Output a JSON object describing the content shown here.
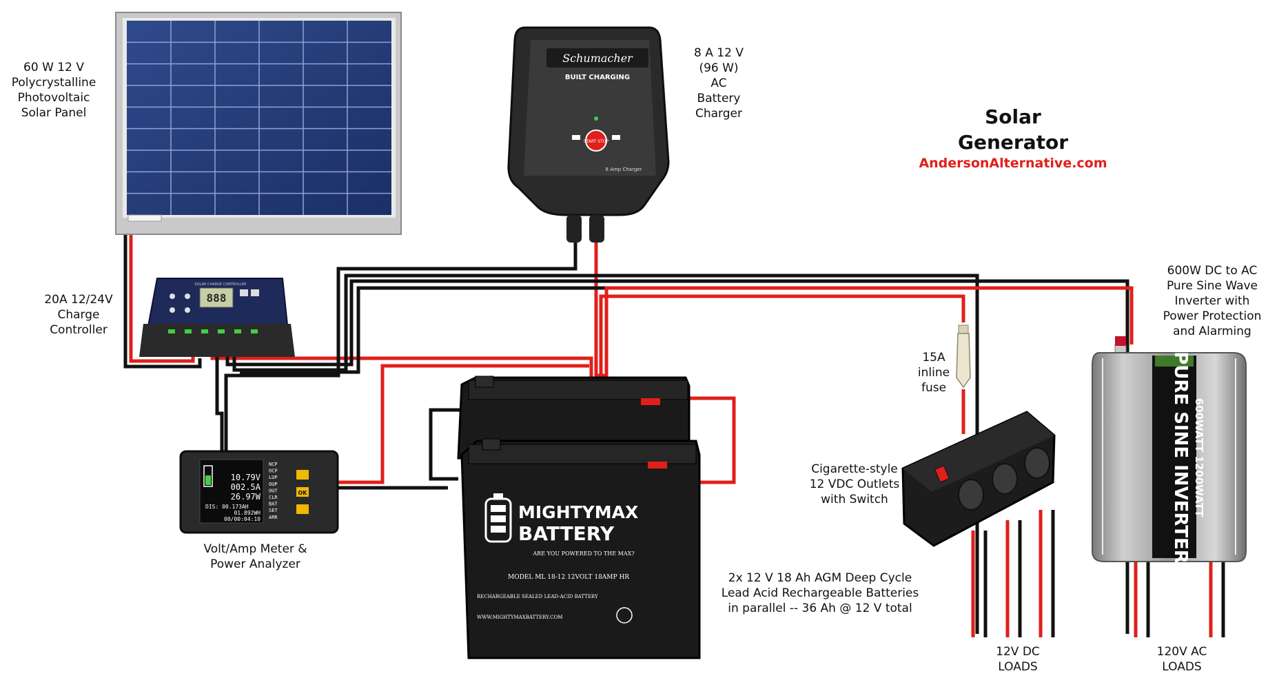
{
  "header": {
    "title_line1": "Solar",
    "title_line2": "Generator",
    "website": "AndersonAlternative.com"
  },
  "labels": {
    "solar_panel": "60 W 12 V\nPolycrystalline\nPhotovoltaic\nSolar Panel",
    "charger": "8 A 12 V\n(96 W)\nAC\nBattery\nCharger",
    "charge_controller": "20A 12/24V\nCharge\nController",
    "meter": "Volt/Amp Meter &\nPower Analyzer",
    "batteries": "2x 12 V 18 Ah AGM Deep Cycle\nLead Acid Rechargeable Batteries\nin parallel -- 36 Ah @ 12 V total",
    "fuse": "15A\ninline\nfuse",
    "outlets": "Cigarette-style\n12 VDC Outlets\nwith Switch",
    "inverter": "600W DC to AC\nPure Sine Wave\nInverter with\nPower Protection\nand Alarming",
    "dc_loads": "12V DC\nLOADS",
    "ac_loads": "120V AC\nLOADS"
  },
  "device_text": {
    "charger_brand": "Schumacher",
    "charger_model": "BUILT CHARGING",
    "charger_button": "START STOP",
    "charger_amp": "8 Amp Charger",
    "controller_brand": "SOLAR CHARGE CONTROLLER",
    "controller_display": "888",
    "meter_v": "10.79V",
    "meter_a": "002.5A",
    "meter_w": "26.97W",
    "meter_dis": "DIS: 00.173AH",
    "meter_wh": "01.892WH",
    "meter_time": "00/00:04:10",
    "meter_menu": [
      "NCP",
      "OCP",
      "LUP",
      "OUP",
      "OUT",
      "CLR",
      "BAT",
      "SET",
      "ARR"
    ],
    "meter_ok": "OK",
    "battery_brand_1": "MIGHTYMAX",
    "battery_brand_2": "BATTERY",
    "battery_tagline": "ARE YOU POWERED TO THE MAX?",
    "battery_model": "MODEL ML 18-12     12VOLT 18AMP HR",
    "battery_warning": "RECHARGEABLE SEALED LEAD-ACID BATTERY",
    "battery_site": "WWW.MIGHTYMAXBATTERY.COM",
    "inverter_name": "PURE SINE INVERTER",
    "inverter_watts": "600WATT 1200WATT"
  },
  "colors": {
    "positive_wire": "#e0201b",
    "negative_wire": "#111111",
    "website": "#e0201b"
  },
  "icons": [
    "solar-panel-icon",
    "battery-charger-icon",
    "charge-controller-icon",
    "power-meter-icon",
    "battery-icon",
    "inline-fuse-icon",
    "dc-outlet-box-icon",
    "inverter-icon"
  ]
}
